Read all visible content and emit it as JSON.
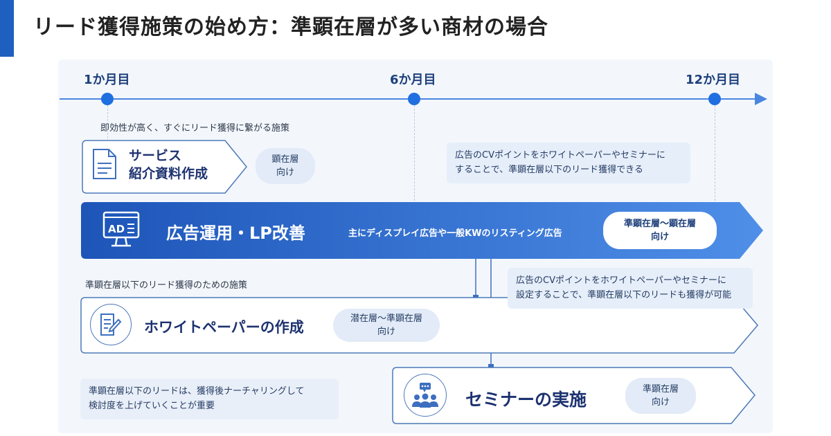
{
  "title": "リード獲得施策の始め方：準顕在層が多い商材の場合",
  "timeline": {
    "months": [
      "1か月目",
      "6か月目",
      "12か月目"
    ]
  },
  "service_doc": {
    "note": "即効性が高く、すぐにリード獲得に繋がる施策",
    "title_line1": "サービス",
    "title_line2": "紹介資料作成",
    "audience_line1": "顕在層",
    "audience_line2": "向け"
  },
  "ad_callout": {
    "line1": "広告のCVポイントをホワイトペーパーやセミナーに",
    "line2": "することで、準顕在層以下のリード獲得できる"
  },
  "ads": {
    "icon_text": "AD",
    "title": "広告運用・LP改善",
    "subtitle": "主にディスプレイ広告や一般KWのリスティング広告",
    "audience_line1": "準顕在層〜顕在層",
    "audience_line2": "向け"
  },
  "whitepaper": {
    "note": "準顕在層以下のリード獲得のための施策",
    "title": "ホワイトペーパーの作成",
    "audience_line1": "潜在層〜準顕在層",
    "audience_line2": "向け"
  },
  "wp_callout": {
    "line1": "広告のCVポイントをホワイトペーパーやセミナーに",
    "line2": "設定することで、準顕在層以下のリードも獲得が可能"
  },
  "nurture_note": {
    "line1": "準顕在層以下のリードは、獲得後ナーチャリングして",
    "line2": "検討度を上げていくことが重要"
  },
  "seminar": {
    "title": "セミナーの実施",
    "audience_line1": "準顕在層",
    "audience_line2": "向け"
  },
  "colors": {
    "accent": "#1f5fbf",
    "timeline": "#1f6fe0",
    "banner_dark": "#1d55b8",
    "banner_light": "#4f8fe8",
    "outline": "#4d78b8"
  },
  "icons": [
    "document-icon",
    "ad-monitor-icon",
    "edit-document-icon",
    "people-chat-icon",
    "arrow-right-icon"
  ]
}
